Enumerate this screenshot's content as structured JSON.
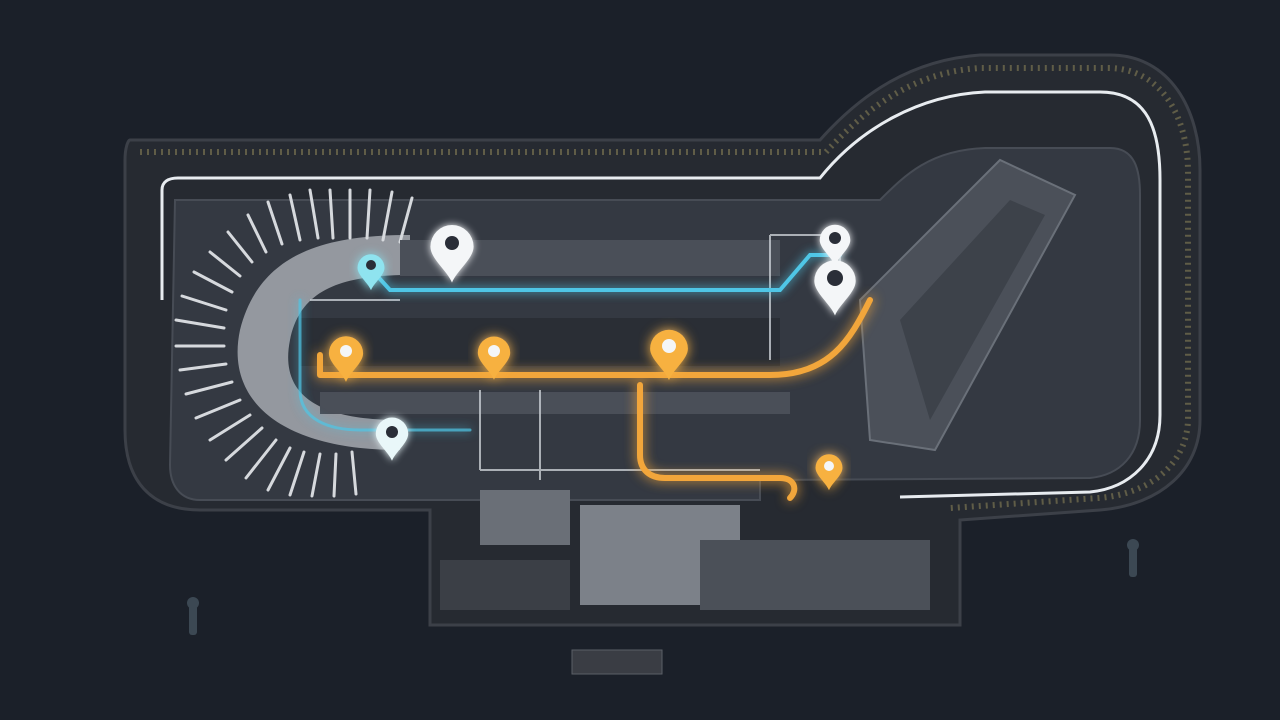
{
  "map": {
    "theme": "dark",
    "colors": {
      "background": "#1b2029",
      "outer_ring": "#2a2e35",
      "ring_dots": "#6f6a4e",
      "terminal_fill": "#3b4049",
      "concourse_fill": "#555b64",
      "gate_arc_fill": "#9ea3aa",
      "road_line": "#e9edf2",
      "route_blue": "#4fc6e6",
      "route_orange": "#f2a63a",
      "pin_white": "#f4f6f8",
      "pin_blue": "#8fe3ef",
      "pin_orange": "#f7b13f"
    },
    "routes": [
      {
        "id": "blue-route",
        "color": "route_blue",
        "style": "glow"
      },
      {
        "id": "orange-route",
        "color": "route_orange",
        "style": "glow"
      }
    ],
    "markers": [
      {
        "id": "pin-white-large",
        "kind": "location-pin-icon",
        "color": "pin_white"
      },
      {
        "id": "pin-blue-top",
        "kind": "location-pin-icon",
        "color": "pin_blue"
      },
      {
        "id": "pin-orange-1",
        "kind": "location-pin-icon",
        "color": "pin_orange"
      },
      {
        "id": "pin-orange-2",
        "kind": "location-pin-icon",
        "color": "pin_orange"
      },
      {
        "id": "pin-orange-3",
        "kind": "location-pin-icon",
        "color": "pin_orange"
      },
      {
        "id": "pin-orange-4",
        "kind": "location-pin-icon",
        "color": "pin_orange"
      },
      {
        "id": "pin-white-right-1",
        "kind": "location-pin-icon",
        "color": "pin_white"
      },
      {
        "id": "pin-white-right-2",
        "kind": "location-pin-icon",
        "color": "pin_white"
      },
      {
        "id": "pin-blue-bottom",
        "kind": "location-pin-icon",
        "color": "pin_blue"
      }
    ]
  }
}
